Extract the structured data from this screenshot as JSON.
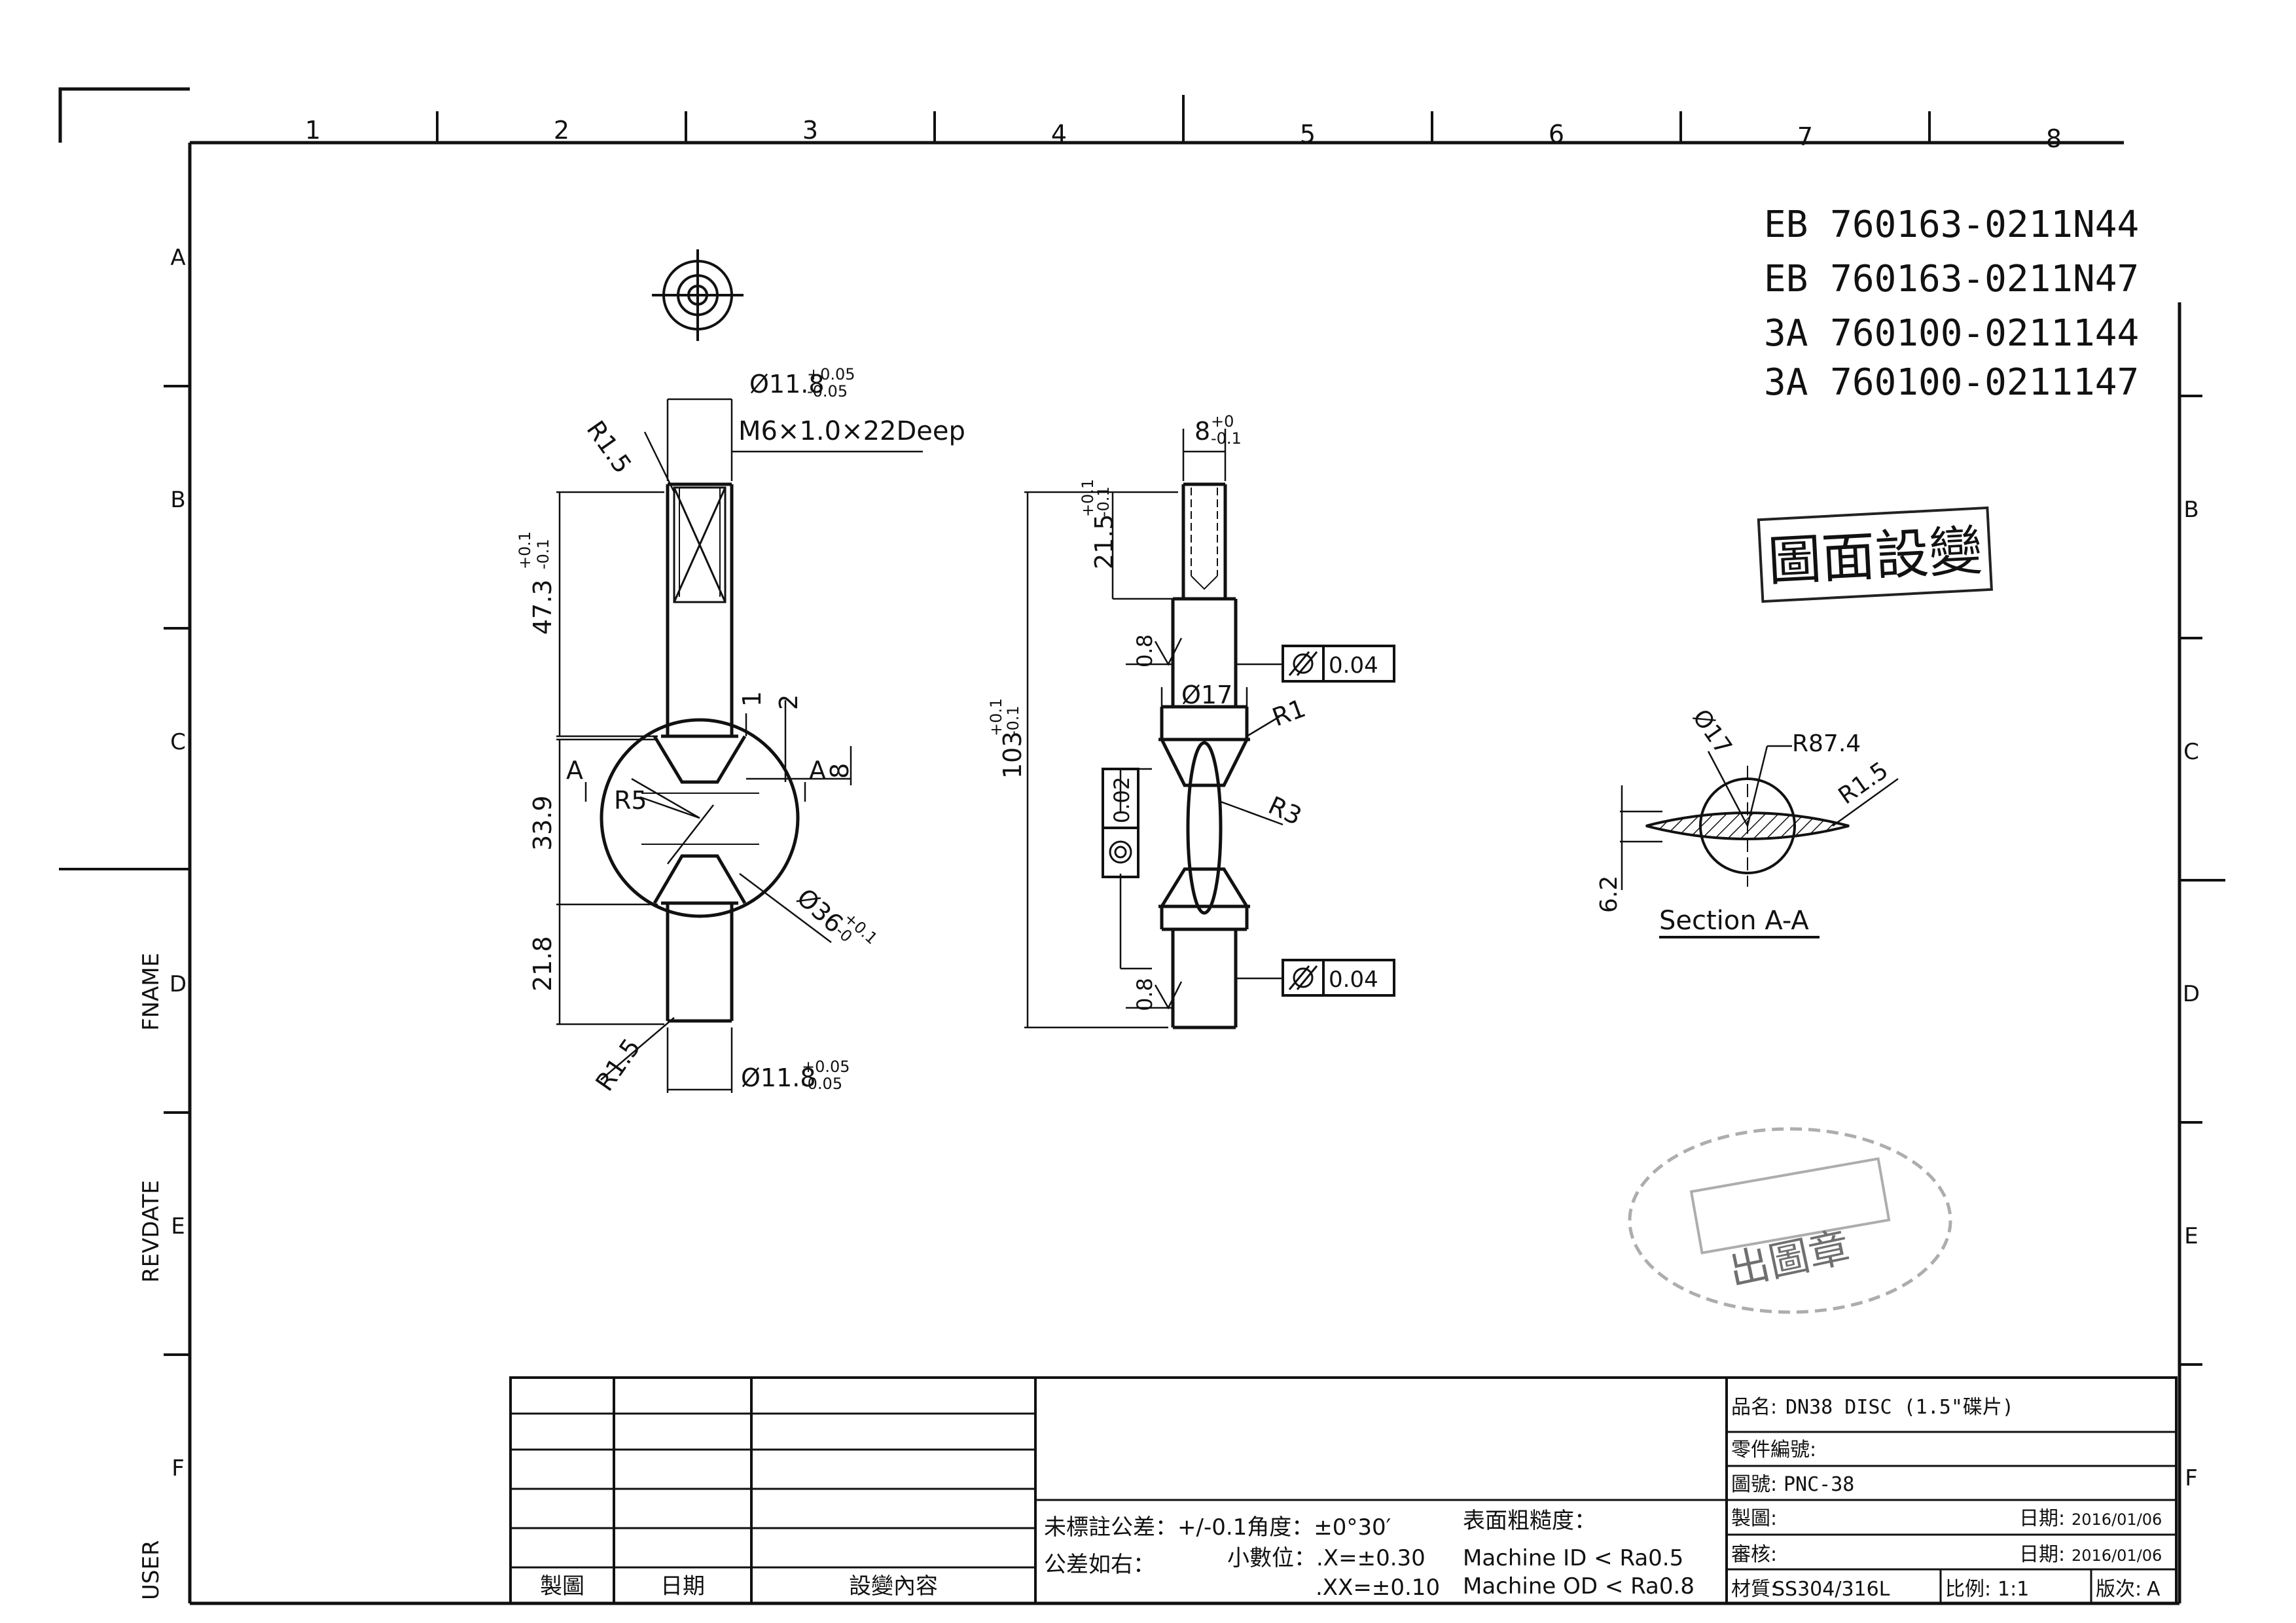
{
  "frame": {
    "columns": [
      "1",
      "2",
      "3",
      "4",
      "5",
      "6",
      "7",
      "8"
    ],
    "rows": [
      "A",
      "B",
      "C",
      "D",
      "E",
      "F"
    ],
    "side_labels": [
      "FNAME",
      "REVDATE",
      "USER"
    ]
  },
  "part_numbers": [
    "EB 760163-0211N44",
    "EB 760163-0211N47",
    "3A 760100-0211144",
    "3A 760100-0211147"
  ],
  "change_stamp": "圖面設變",
  "round_stamp": "出圖章",
  "front_view": {
    "dia_top": "Ø11.8",
    "dia_top_tol_up": "+0.05",
    "dia_top_tol_low": "-0.05",
    "thread": "M6×1.0×22Deep",
    "r_top": "R1.5",
    "len_upper": "47.3",
    "len_upper_tol_up": "+0.1",
    "len_upper_tol_low": "-0.1",
    "dim_1": "1",
    "dim_2": "2",
    "dim_8": "8",
    "section_mark_left": "A",
    "section_mark_right": "A",
    "r5": "R5",
    "len_mid": "33.9",
    "dia_disc": "Ø36",
    "dia_disc_tol_up": "+0.1",
    "dia_disc_tol_low": "-0",
    "len_lower": "21.8",
    "r_bottom": "R1.5",
    "dia_bottom": "Ø11.8",
    "dia_bottom_tol_up": "+0.05",
    "dia_bottom_tol_low": "-0.05"
  },
  "side_view": {
    "width_top": "8",
    "width_top_tol_up": "+0",
    "width_top_tol_low": "-0.1",
    "len_thread": "21.5",
    "len_thread_tol_up": "+0.1",
    "len_thread_tol_low": "-0.1",
    "total_len": "103",
    "total_len_tol_up": "+0.1",
    "total_len_tol_low": "-0.1",
    "rough_top": "0.8",
    "rough_bottom": "0.8",
    "dia17": "Ø17",
    "r1": "R1",
    "r3": "R3",
    "tol_top_value": "0.04",
    "tol_bottom_value": "0.04",
    "concentricity_value": "0.02"
  },
  "section_view": {
    "dia17": "Ø17",
    "r874": "R87.4",
    "r15": "R1.5",
    "thickness": "6.2",
    "title": "Section A-A"
  },
  "title_block": {
    "rev_header_1": "製圖",
    "rev_header_2": "日期",
    "rev_header_3": "設變內容",
    "tol_line1": "未標註公差：+/-0.1角度：±0°30′",
    "tol_line2_a": "公差如右：",
    "tol_line2_b": "小數位：.X=±0.30",
    "tol_line3": ".XX=±0.10",
    "rough_title": "表面粗糙度：",
    "rough_line1": "Machine ID < Ra0.5",
    "rough_line2": "Machine OD < Ra0.8",
    "name_label": "品名:",
    "name_value": "DN38 DISC (1.5\"碟片)",
    "part_no_label": "零件編號:",
    "drawing_label": "圖號:",
    "drawing_value": "PNC-38",
    "drawn_label": "製圖:",
    "date_label_1": "日期:",
    "date_value_1": "2016/01/06",
    "check_label": "審核:",
    "date_label_2": "日期:",
    "date_value_2": "2016/01/06",
    "material_label": "材質:",
    "material_value": "SS304/316L",
    "scale_label": "比例:",
    "scale_value": "1:1",
    "rev_label": "版次:",
    "rev_value": "A"
  }
}
